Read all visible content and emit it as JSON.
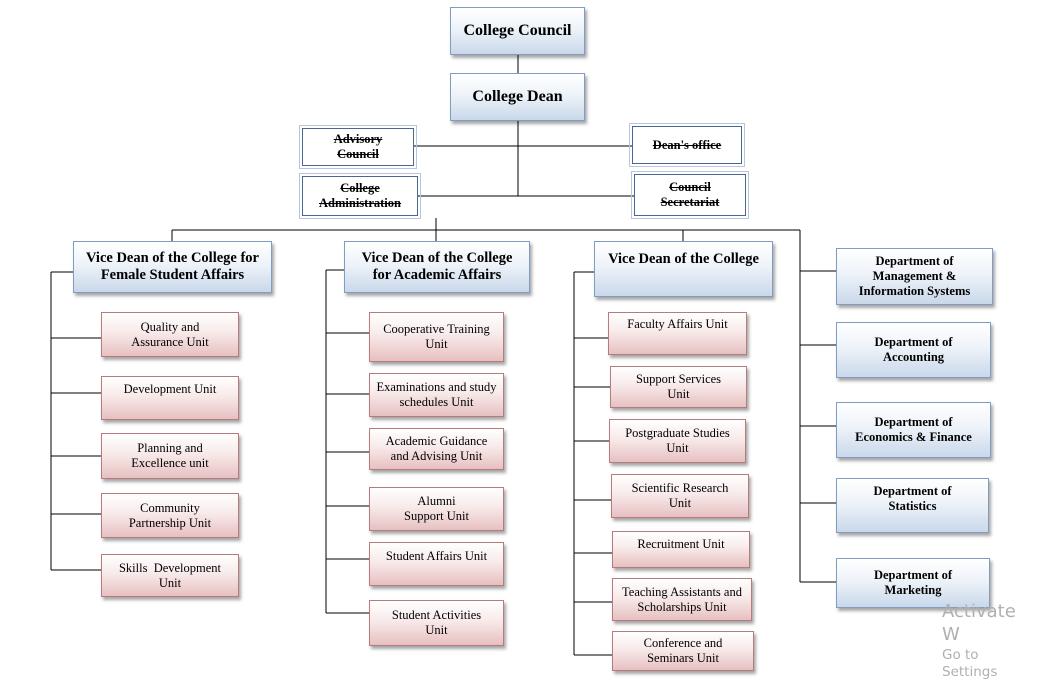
{
  "chart": {
    "council": "College Council",
    "dean": "College Dean",
    "advisory": "Advisory Council",
    "deans_office": "Dean's office",
    "administration": "College Administration",
    "secretariat": "Council Secretariat",
    "vd_female": "Vice Dean of the College for Female Student Affairs",
    "vd_academic": "Vice Dean of the College for Academic Affairs",
    "vd_college": "Vice Dean of the College",
    "female_units": [
      "Quality and Assurance Unit",
      "Development Unit",
      "Planning and Excellence unit",
      "Community Partnership Unit",
      "Skills  Development Unit"
    ],
    "academic_units": [
      "Cooperative Training Unit",
      "Examinations and study schedules Unit",
      "Academic Guidance and Advising Unit",
      "Alumni Support Unit",
      "Student Affairs Unit",
      "Student Activities Unit"
    ],
    "college_units": [
      "Faculty Affairs Unit",
      "Support Services Unit",
      "Postgraduate Studies Unit",
      "Scientific Research Unit",
      "Recruitment Unit",
      "Teaching Assistants and Scholarships Unit",
      "Conference and Seminars Unit"
    ],
    "departments": [
      "Department of Management & Information Systems",
      "Department of Accounting",
      "Department of Economics & Finance",
      "Department of Statistics",
      "Department of Marketing"
    ]
  },
  "watermark": {
    "line1": "Activate W",
    "line2": "Go to Settings"
  }
}
